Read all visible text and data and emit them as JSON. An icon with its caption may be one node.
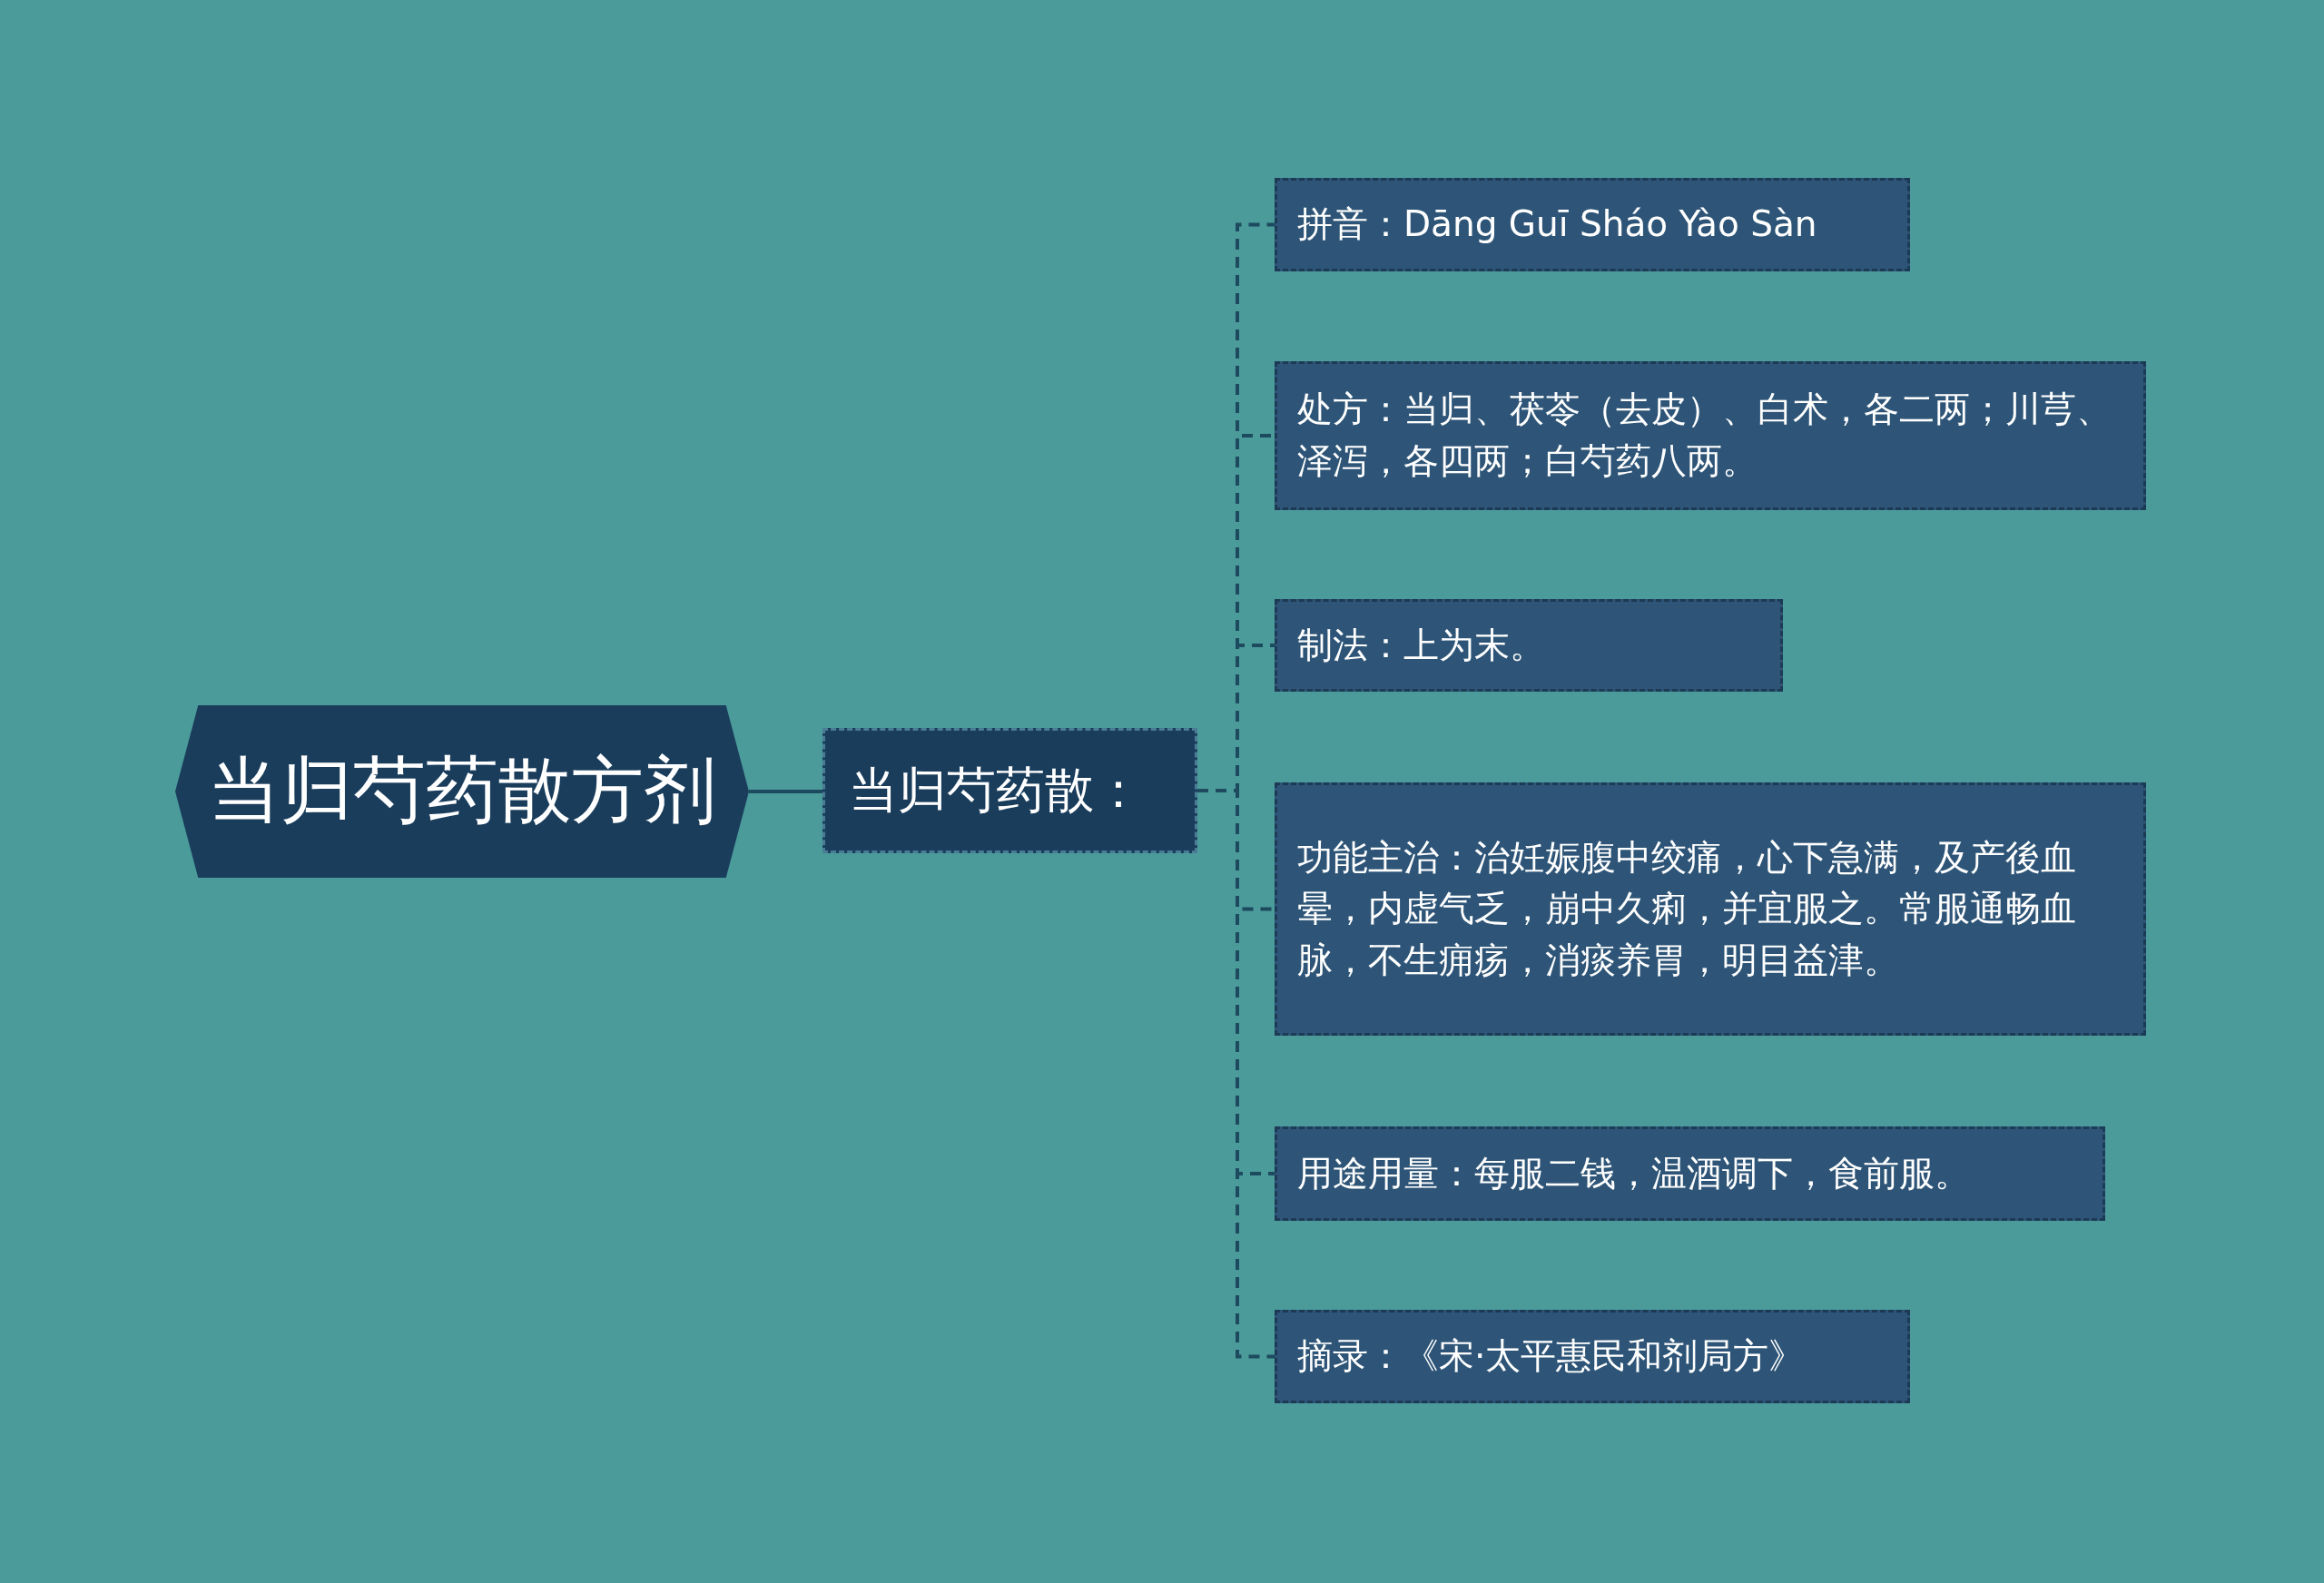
{
  "diagram": {
    "nodes": [
      {
        "text": [
          "当归芍药散方剂"
        ]
      },
      {
        "text": [
          "当归芍药散："
        ]
      },
      {
        "text": [
          "拼音：Dāng Guī Sháo Yào Sàn"
        ]
      },
      {
        "text": [
          "处方：当归、茯苓（去皮）、白术，各二两；川芎、泽泻，各四两；白芍药八两。"
        ]
      },
      {
        "text": [
          "制法：上为末。"
        ]
      },
      {
        "text": [
          "功能主治：治妊娠腹中绞痛，心下急满，及产後血晕，内虚气乏，崩中久痢，并宜服之。常服通畅血脉，不生痈疡，消痰养胃，明目益津。"
        ]
      },
      {
        "text": [
          "用途用量：每服二钱，温酒调下，食前服。"
        ]
      },
      {
        "text": [
          "摘录：《宋·太平惠民和剂局方》"
        ]
      }
    ],
    "edges": [
      {
        "from": 0,
        "to": 1,
        "arrow": "none"
      },
      {
        "from": 1,
        "to": 2,
        "arrow": "none",
        "style": "dashed"
      },
      {
        "from": 1,
        "to": 3,
        "arrow": "none",
        "style": "dashed"
      },
      {
        "from": 1,
        "to": 4,
        "arrow": "none",
        "style": "dashed"
      },
      {
        "from": 1,
        "to": 5,
        "arrow": "none",
        "style": "dashed"
      },
      {
        "from": 1,
        "to": 6,
        "arrow": "none",
        "style": "dashed"
      },
      {
        "from": 1,
        "to": 7,
        "arrow": "none",
        "style": "dashed"
      }
    ]
  }
}
